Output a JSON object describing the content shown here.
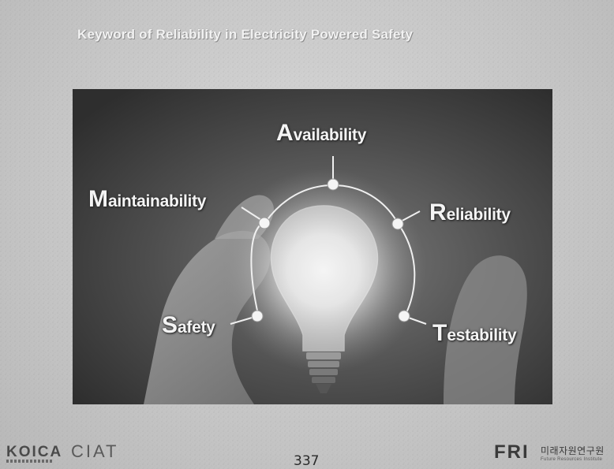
{
  "slide": {
    "title": "Keyword of Reliability in Electricity Powered Safety"
  },
  "diagram": {
    "labels": {
      "availability": {
        "cap": "A",
        "rest": "vailability"
      },
      "maintainability": {
        "cap": "M",
        "rest": "aintainability"
      },
      "reliability": {
        "cap": "R",
        "rest": "eliability"
      },
      "safety": {
        "cap": "S",
        "rest": "afety"
      },
      "testability": {
        "cap": "T",
        "rest": "estability"
      }
    }
  },
  "footer": {
    "left_logo": "KOICA",
    "center_logo": "CIAT",
    "page_number": "337",
    "right_logo": "FRI",
    "right_logo_korean": "미래자원연구원",
    "right_logo_english": "Future Resources Institute"
  },
  "colors": {
    "photo_bg": "#4a4a4a",
    "label_text": "#f4f4f4",
    "arc": "#efefef"
  }
}
